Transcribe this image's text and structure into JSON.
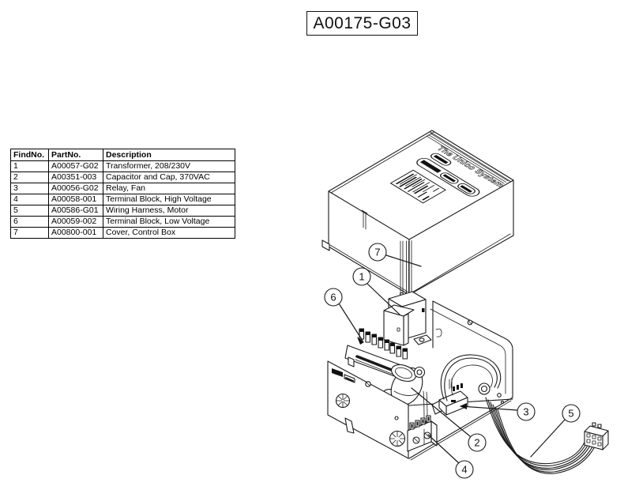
{
  "title": "A00175-G03",
  "table": {
    "headers": [
      "FindNo.",
      "PartNo.",
      "Description"
    ],
    "rows": [
      [
        "1",
        "A00057-G02",
        "Transformer, 208/230V"
      ],
      [
        "2",
        "A00351-003",
        "Capacitor and Cap, 370VAC"
      ],
      [
        "3",
        "A00056-G02",
        "Relay, Fan"
      ],
      [
        "4",
        "A00058-001",
        "Terminal Block, High Voltage"
      ],
      [
        "5",
        "A00586-G01",
        "Wiring Harness, Motor"
      ],
      [
        "6",
        "A00059-002",
        "Terminal Block, Low Voltage"
      ],
      [
        "7",
        "A00800-001",
        "Cover, Control Box"
      ]
    ]
  },
  "diagram": {
    "brand_text": "The Unico System",
    "line_color": "#1a1a1a",
    "callouts": [
      {
        "n": "1"
      },
      {
        "n": "2"
      },
      {
        "n": "3"
      },
      {
        "n": "4"
      },
      {
        "n": "5"
      },
      {
        "n": "6"
      },
      {
        "n": "7"
      }
    ]
  }
}
